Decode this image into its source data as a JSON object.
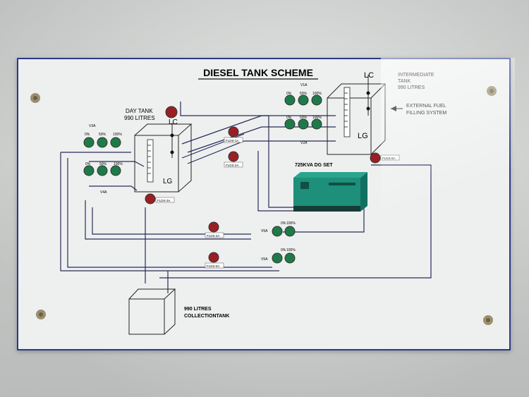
{
  "title": "DIESEL TANK SCHEME",
  "day_tank": {
    "label": "DAY TANK",
    "capacity": "990 LITRES",
    "lc": "LC",
    "lg": "LG"
  },
  "intermediate_tank": {
    "label": "INTERMEDIATE",
    "label2": "TANK",
    "capacity": "990 LITRES",
    "lc": "LC",
    "lg": "LG"
  },
  "external": {
    "line1": "EXTERNAL FUEL",
    "line2": "FILLING SYSTEM"
  },
  "dg_set": {
    "label": "725KVA DG SET"
  },
  "collection_tank": {
    "line1": "990 LITRES",
    "line2": "COLLECTIONTANK"
  },
  "valves": {
    "v1a": "V1A",
    "v2a": "V2A",
    "v3a": "V3A",
    "v4a": "V4A",
    "v5a": "V5A",
    "v6a": "V5A"
  },
  "percent": {
    "p0": "0%",
    "p50": "50%",
    "p100": "100%"
  },
  "flds": {
    "a1": "FLDS-1A",
    "a2": "FLDS-2A",
    "a3": "FLDS-3A",
    "a4": "FLDS-4A",
    "a5": "FLDS-5A",
    "a6": "FLDS-6A"
  },
  "colors": {
    "panel_border": "#2a3a8a",
    "green_lamp": "#1f7a4a",
    "red_lamp": "#9a1f24",
    "dg_set": "#1d8f7a"
  }
}
